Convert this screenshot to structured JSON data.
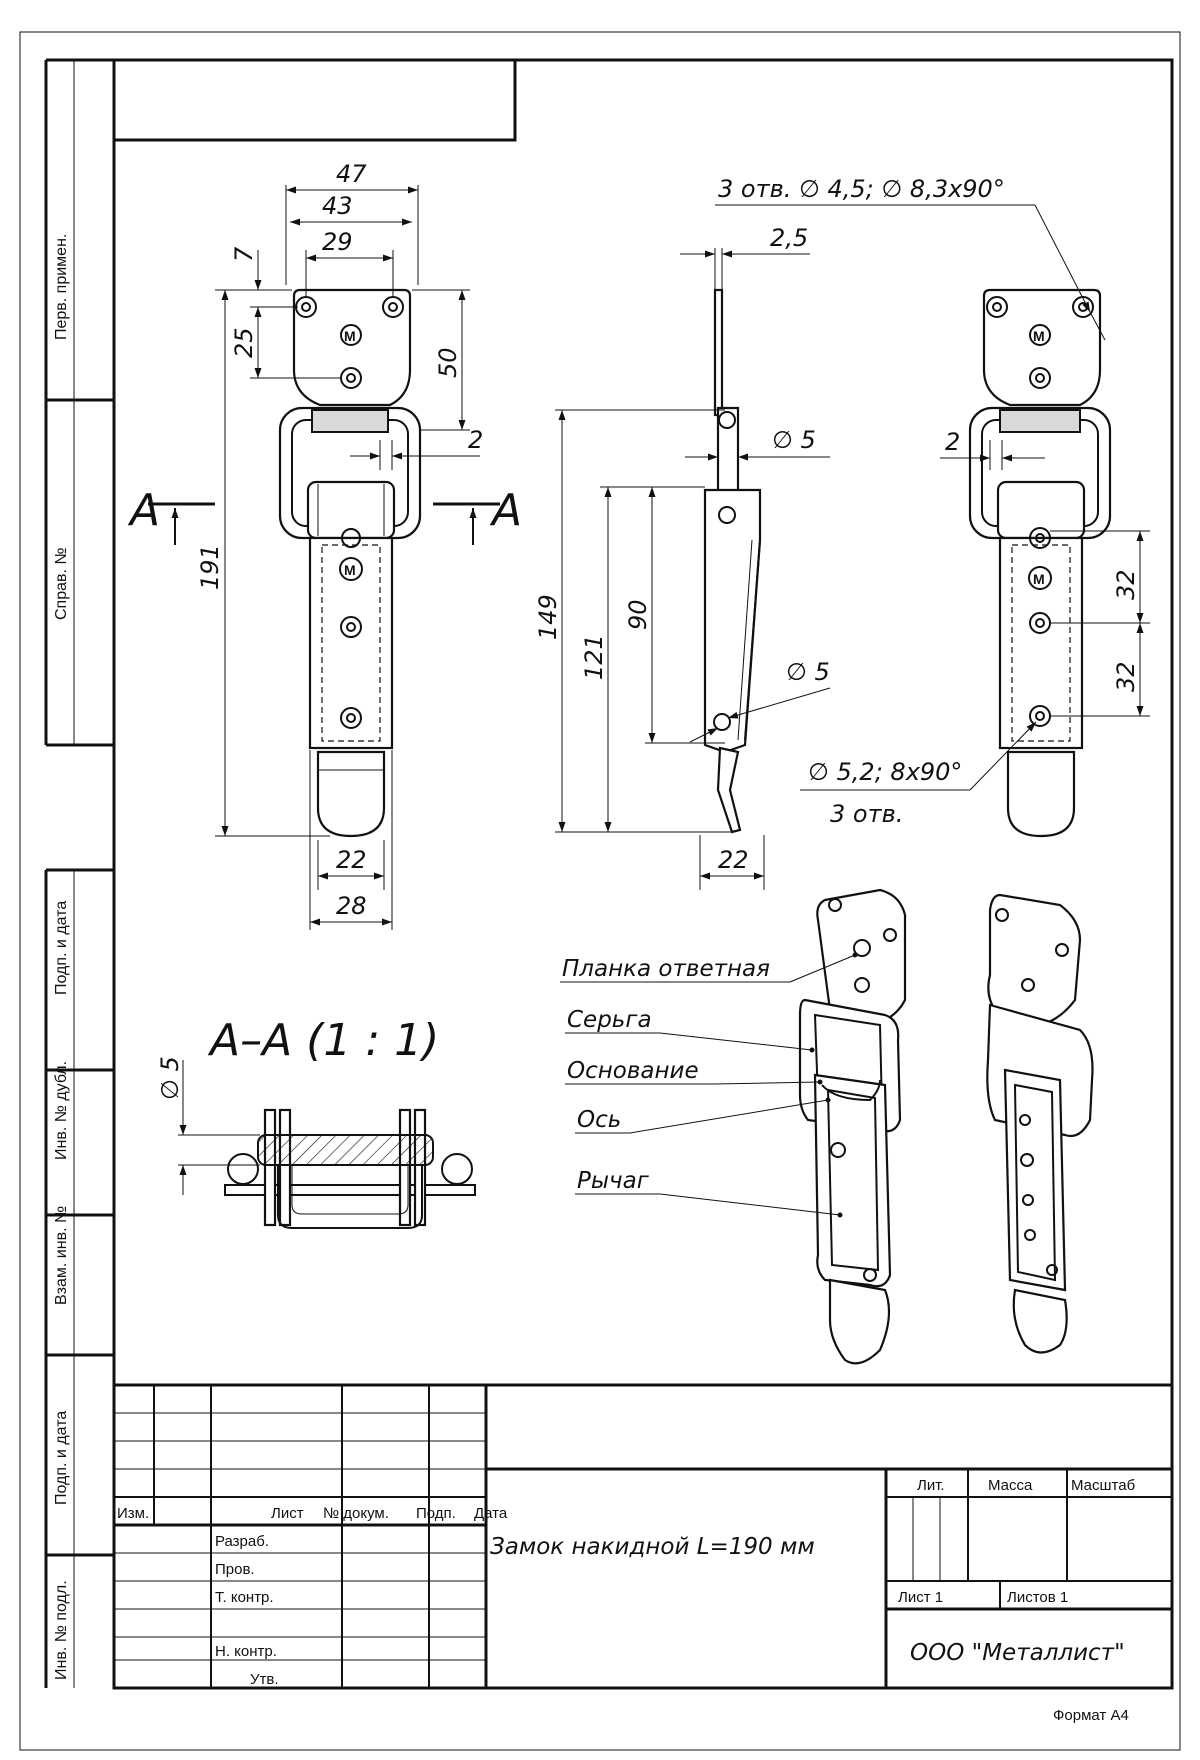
{
  "side_stamp": {
    "perv_primen": "Перв. примен.",
    "sprav_no": "Справ. №",
    "podp_data_1": "Подп. и дата",
    "inv_dubl": "Инв. № дубл.",
    "vzam_inv": "Взам. инв. №",
    "podp_data_2": "Подп. и дата",
    "inv_podl": "Инв. № подл."
  },
  "dimensions": {
    "front": {
      "d47": "47",
      "d43": "43",
      "d29": "29",
      "d7": "7",
      "d25": "25",
      "d50": "50",
      "d2": "2",
      "d191": "191",
      "d22": "22",
      "d28": "28",
      "section_left": "A",
      "section_right": "A"
    },
    "side": {
      "d2_5": "2,5",
      "phi5_top": "∅ 5",
      "d149": "149",
      "d121": "121",
      "d90": "90",
      "phi5_bottom": "∅ 5",
      "d22": "22"
    },
    "back": {
      "holes_note": "3 отв.  ∅ 4,5;  ∅ 8,3x90°",
      "d2": "2",
      "d32a": "32",
      "d32b": "32",
      "phi52": "∅ 5,2;  8x90°",
      "holes3": "3 отв."
    },
    "section": {
      "title": "A–A (1 : 1)",
      "phi5": "∅ 5"
    }
  },
  "leaders": {
    "planka": "Планка ответная",
    "serga": "Серьга",
    "osnovanie": "Основание",
    "os": "Ось",
    "rychag": "Рычаг"
  },
  "title_block": {
    "izm": "Изм.",
    "list": "Лист",
    "no_dokum": "№ докум.",
    "podp": "Подп.",
    "data": "Дата",
    "razrab": "Разраб.",
    "prov": "Пров.",
    "t_kontr": "Т. контр.",
    "n_kontr": "Н. контр.",
    "utv": "Утв.",
    "designation": "Замок накидной L=190 мм",
    "lit": "Лит.",
    "massa": "Масса",
    "masshtab": "Масштаб",
    "list_no": "Лист 1",
    "listov": "Листов 1",
    "company": "ООО \"Металлист\"",
    "format": "Формат А4"
  }
}
